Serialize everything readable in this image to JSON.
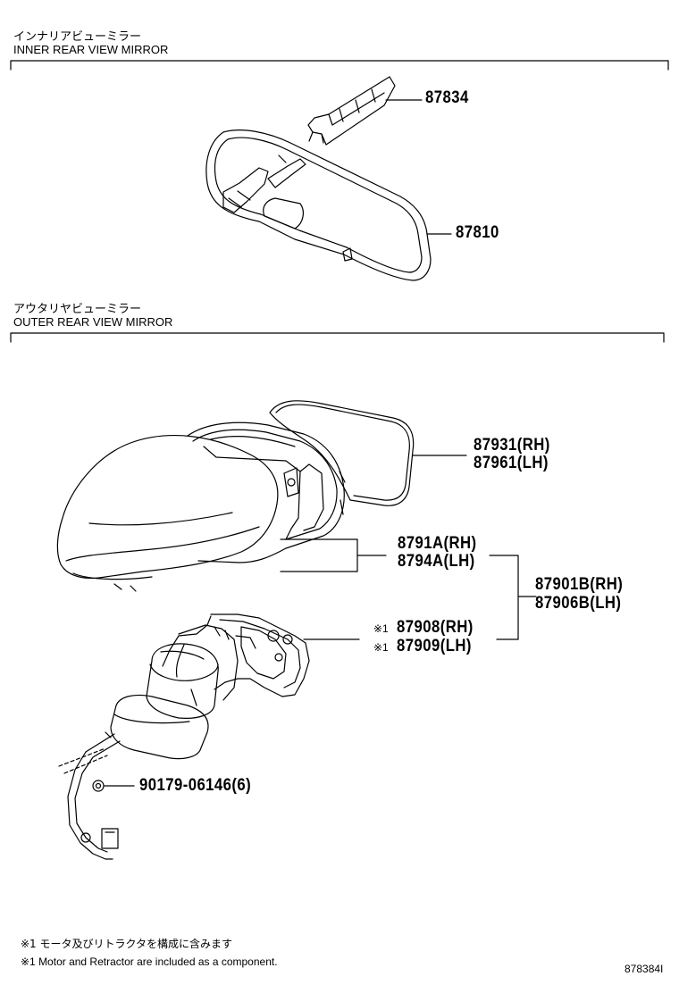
{
  "sections": {
    "inner": {
      "title_jp": "インナリアビューミラー",
      "title_en": "INNER REAR VIEW MIRROR"
    },
    "outer": {
      "title_jp": "アウタリヤビューミラー",
      "title_en": "OUTER REAR VIEW MIRROR"
    }
  },
  "parts": {
    "p87834": "87834",
    "p87810": "87810",
    "p87931": "87931(RH)",
    "p87961": "87961(LH)",
    "p8791A": "8791A(RH)",
    "p8794A": "8794A(LH)",
    "p87901B": "87901B(RH)",
    "p87906B": "87906B(LH)",
    "p87908": "87908(RH)",
    "p87909": "87909(LH)",
    "p90179": "90179-06146(6)"
  },
  "marks": {
    "m1": "※1",
    "m2": "※1"
  },
  "notes": {
    "jp": "※1 モータ及びリトラクタを構成に含みます",
    "en": "※1 Motor and Retractor are included as a component."
  },
  "diagram_id": "878384I"
}
